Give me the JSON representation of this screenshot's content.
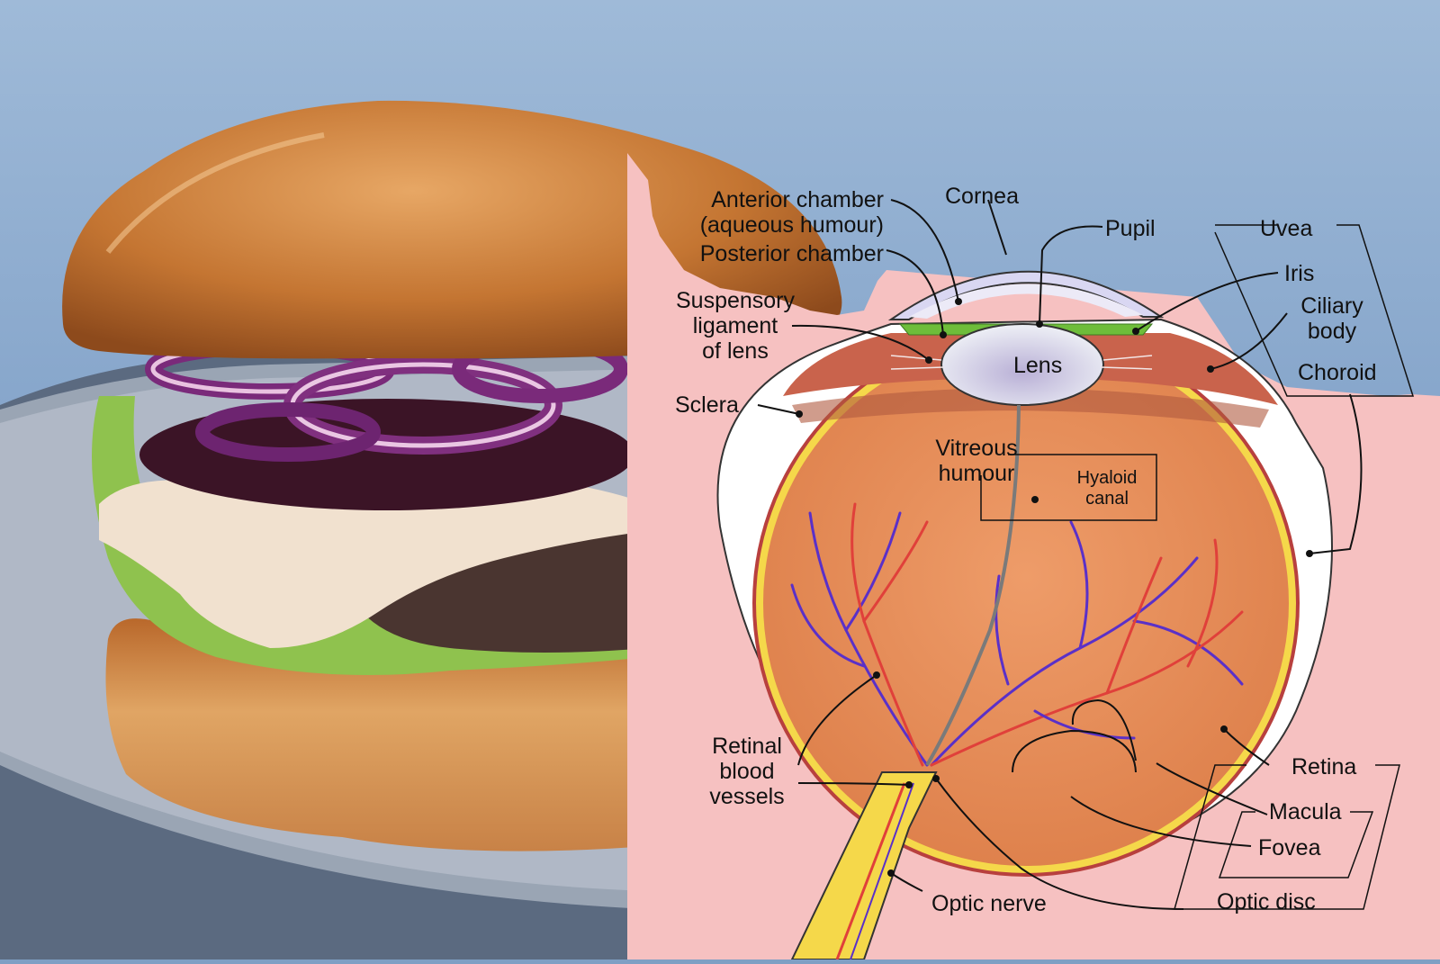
{
  "labels": {
    "anterior_chamber": "Anterior chamber\n(aqueous humour)",
    "posterior_chamber": "Posterior chamber",
    "cornea": "Cornea",
    "pupil": "Pupil",
    "uvea": "Uvea",
    "iris": "Iris",
    "ciliary_body": "Ciliary\nbody",
    "choroid": "Choroid",
    "suspensory_ligament": "Suspensory\nligament\nof lens",
    "lens": "Lens",
    "sclera": "Sclera",
    "vitreous_humour": "Vitreous\nhumour",
    "hyaloid_canal": "Hyaloid\ncanal",
    "retinal_blood_vessels": "Retinal\nblood\nvessels",
    "retina": "Retina",
    "macula": "Macula",
    "fovea": "Fovea",
    "optic_disc": "Optic disc",
    "optic_nerve": "Optic nerve"
  },
  "colors": {
    "sky": "#86a8cc",
    "plate": "#8e9aab",
    "bun": "#c77a35",
    "onion": "#7a2a7a",
    "beet": "#3b1426",
    "sauce": "#f1e1cf",
    "patty": "#4a3530",
    "lettuce": "#8fc24e",
    "diagram_bg": "#f6c1c1",
    "vitreous": "#e98e58",
    "sclera": "#ffffff",
    "retina_layer": "#f5d84a",
    "choroid_layer": "#b8403e",
    "lens": "#dfe4ee",
    "iris": "#6ebd3a",
    "artery": "#e0403a",
    "vein": "#5a30c8"
  }
}
